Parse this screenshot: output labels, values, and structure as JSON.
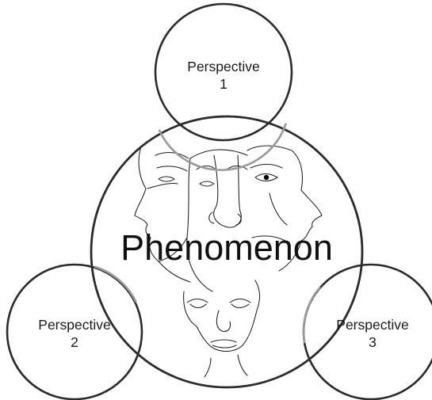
{
  "center": {
    "label": "Phenomenon"
  },
  "perspectives": [
    {
      "line1": "Perspective",
      "line2": "1"
    },
    {
      "line1": "Perspective",
      "line2": "2"
    },
    {
      "line1": "Perspective",
      "line2": "3"
    }
  ],
  "illustration": {
    "icon": "line-drawing-faces-icon"
  },
  "colors": {
    "outline": "#2b2b2b",
    "overlap_outline": "#9a9a9a",
    "background": "#ffffff"
  }
}
